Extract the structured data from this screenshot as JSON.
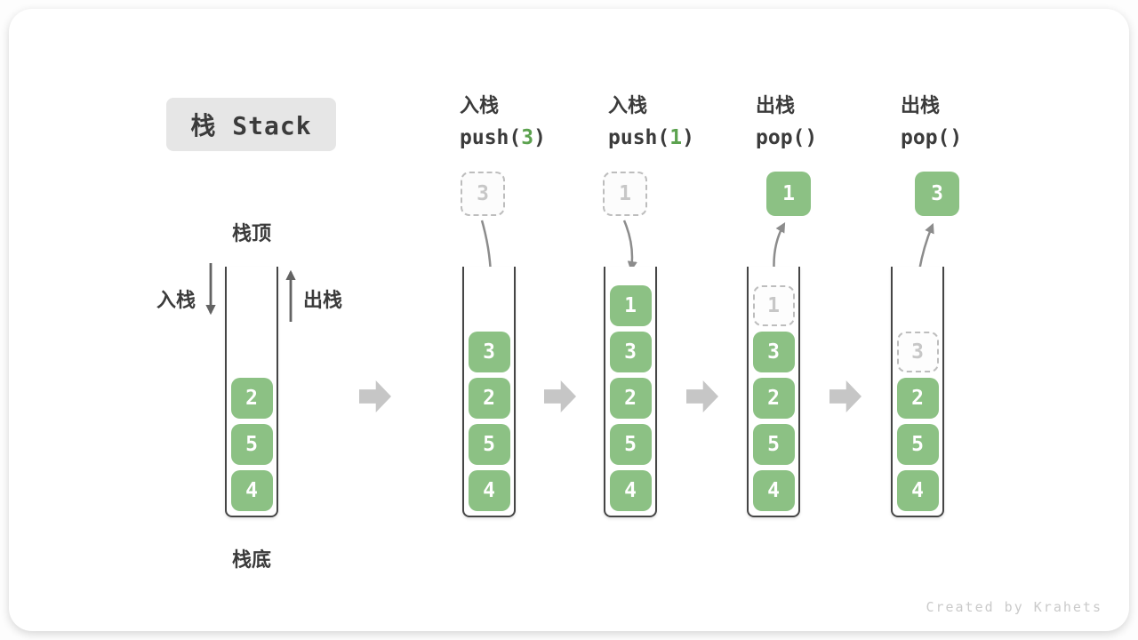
{
  "title": "栈 Stack",
  "labels": {
    "stack_top": "栈顶",
    "stack_bottom": "栈底",
    "push_side": "入栈",
    "pop_side": "出栈"
  },
  "operations": [
    {
      "word": "入栈",
      "code_prefix": "push(",
      "arg": "3",
      "code_suffix": ")"
    },
    {
      "word": "入栈",
      "code_prefix": "push(",
      "arg": "1",
      "code_suffix": ")"
    },
    {
      "word": "出栈",
      "code_prefix": "pop(",
      "arg": "",
      "code_suffix": ")"
    },
    {
      "word": "出栈",
      "code_prefix": "pop(",
      "arg": "",
      "code_suffix": ")"
    }
  ],
  "stacks": [
    {
      "name": "initial-stack",
      "cells": [
        {
          "value": "2"
        },
        {
          "value": "5"
        },
        {
          "value": "4"
        }
      ]
    },
    {
      "name": "after-push-3",
      "float": {
        "type": "dashed",
        "value": "3"
      },
      "cells": [
        {
          "value": "3"
        },
        {
          "value": "2"
        },
        {
          "value": "5"
        },
        {
          "value": "4"
        }
      ]
    },
    {
      "name": "after-push-1",
      "float": {
        "type": "dashed",
        "value": "1"
      },
      "cells": [
        {
          "value": "1"
        },
        {
          "value": "3"
        },
        {
          "value": "2"
        },
        {
          "value": "5"
        },
        {
          "value": "4"
        }
      ]
    },
    {
      "name": "after-pop-1",
      "float": {
        "type": "solid",
        "value": "1"
      },
      "cells": [
        {
          "value": "1",
          "ghost": true
        },
        {
          "value": "3"
        },
        {
          "value": "2"
        },
        {
          "value": "5"
        },
        {
          "value": "4"
        }
      ]
    },
    {
      "name": "after-pop-3",
      "float": {
        "type": "solid",
        "value": "3"
      },
      "cells": [
        {
          "value": "3",
          "ghost": true
        },
        {
          "value": "2"
        },
        {
          "value": "5"
        },
        {
          "value": "4"
        }
      ]
    }
  ],
  "watermark": "Created by Krahets",
  "colors": {
    "cell_green": "#8CC184",
    "code_green": "#5CA24F",
    "flow_arrow_gray": "#C6C6C6",
    "curve_arrow_gray": "#8C8C8C",
    "side_arrow_gray": "#636363",
    "text_dark": "#3B3B3B",
    "ghost_border": "#BDBDBD",
    "ghost_text": "#C7C7C7",
    "title_bg": "#E6E6E6",
    "container_wall": "#454545",
    "watermark_gray": "#CACACA"
  }
}
